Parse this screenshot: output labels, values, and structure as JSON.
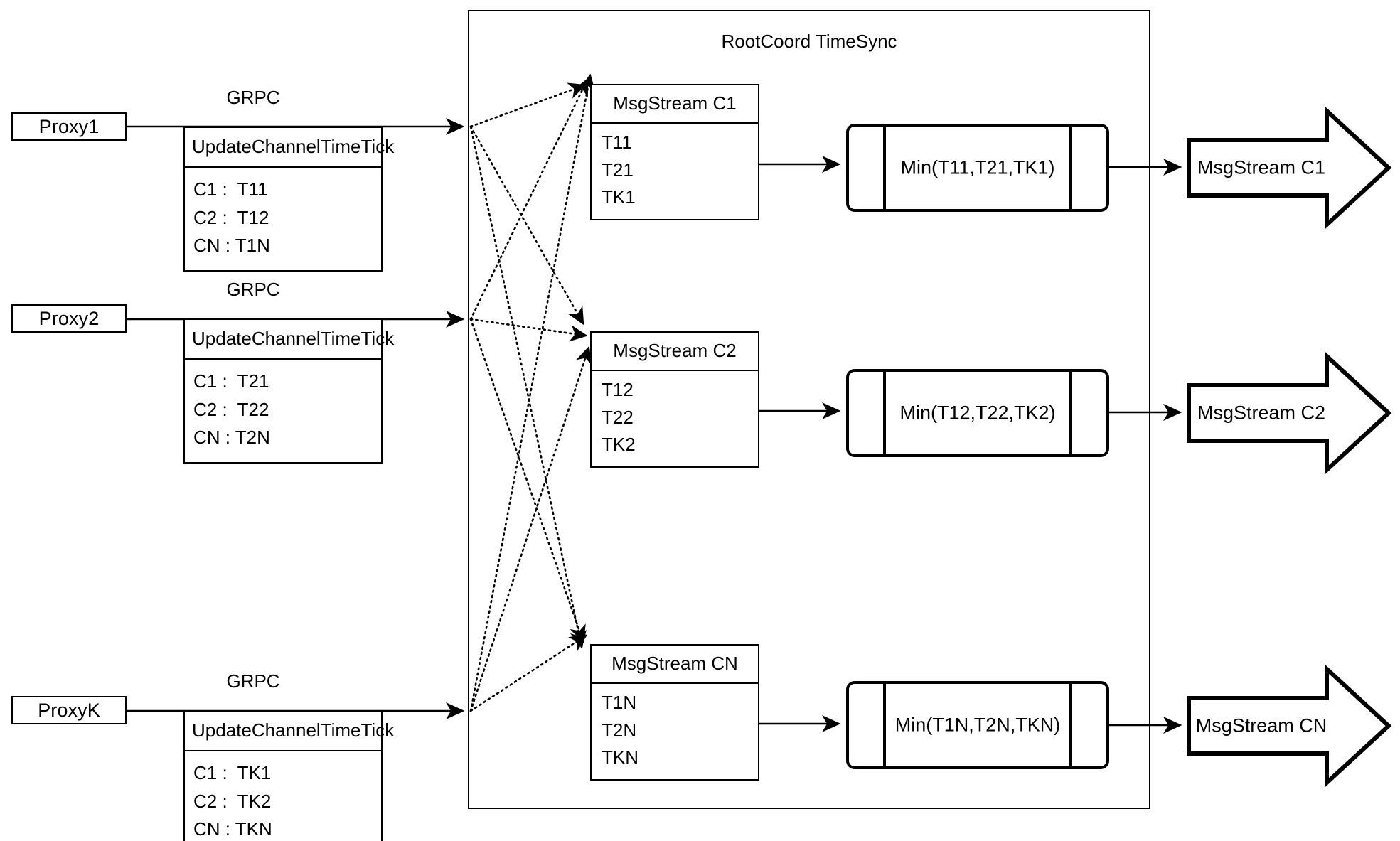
{
  "diagram": {
    "title": "RootCoord TimeSync",
    "container_label": "RootCoord TimeSync"
  },
  "proxies": [
    {
      "name": "Proxy1",
      "grpc_label": "GRPC",
      "rpc_title": "UpdateChannelTimeTick",
      "rows": [
        "C1 :  T11",
        "C2 :  T12",
        "CN : T1N"
      ]
    },
    {
      "name": "Proxy2",
      "grpc_label": "GRPC",
      "rpc_title": "UpdateChannelTimeTick",
      "rows": [
        "C1 :  T21",
        "C2 :  T22",
        "CN : T2N"
      ]
    },
    {
      "name": "ProxyK",
      "grpc_label": "GRPC",
      "rpc_title": "UpdateChannelTimeTick",
      "rows": [
        "C1 :  TK1",
        "C2 :  TK2",
        "CN : TKN"
      ]
    }
  ],
  "channels": [
    {
      "msgstream_title": "MsgStream C1",
      "ticks": [
        "T11",
        "T21",
        "TK1"
      ],
      "min_label": "Min(T11,T21,TK1)",
      "output_label": "MsgStream C1"
    },
    {
      "msgstream_title": "MsgStream C2",
      "ticks": [
        "T12",
        "T22",
        "TK2"
      ],
      "min_label": "Min(T12,T22,TK2)",
      "output_label": "MsgStream C2"
    },
    {
      "msgstream_title": "MsgStream CN",
      "ticks": [
        "T1N",
        "T2N",
        "TKN"
      ],
      "min_label": "Min(T1N,T2N,TKN)",
      "output_label": "MsgStream CN"
    }
  ],
  "colors": {
    "stroke": "#000000",
    "background": "#ffffff"
  }
}
